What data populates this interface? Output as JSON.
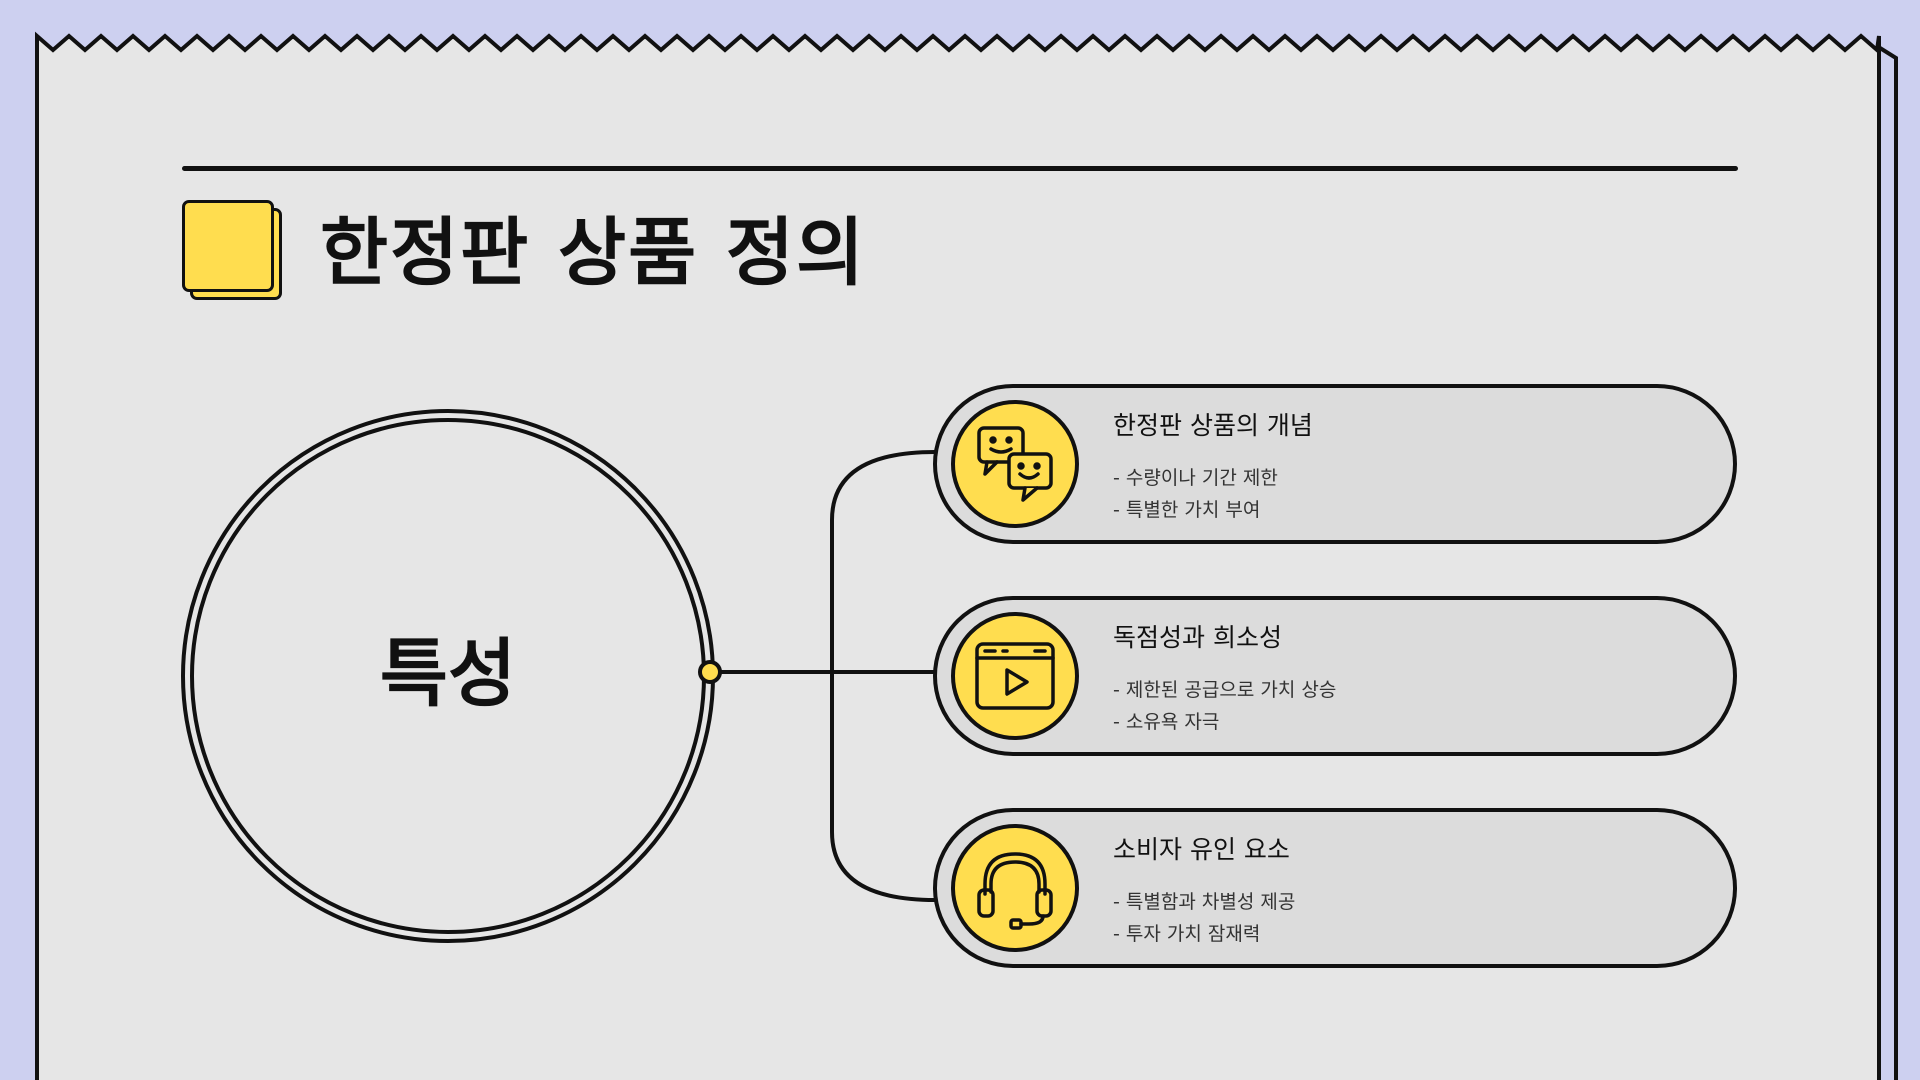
{
  "title": "한정판 상품 정의",
  "center_label": "특성",
  "colors": {
    "background": "#cdd0f0",
    "paper": "#e6e6e6",
    "pill": "#dcdcdc",
    "accent": "#ffdd4f",
    "ink": "#111111"
  },
  "cards": [
    {
      "icon": "chat-bubbles-icon",
      "title": "한정판 상품의 개념",
      "bullets": [
        "- 수량이나 기간 제한",
        "- 특별한 가치 부여"
      ]
    },
    {
      "icon": "video-play-icon",
      "title": "독점성과 희소성",
      "bullets": [
        "- 제한된 공급으로 가치 상승",
        "- 소유욕 자극"
      ]
    },
    {
      "icon": "headset-icon",
      "title": "소비자 유인 요소",
      "bullets": [
        "- 특별함과 차별성 제공",
        "- 투자 가치 잠재력"
      ]
    }
  ]
}
